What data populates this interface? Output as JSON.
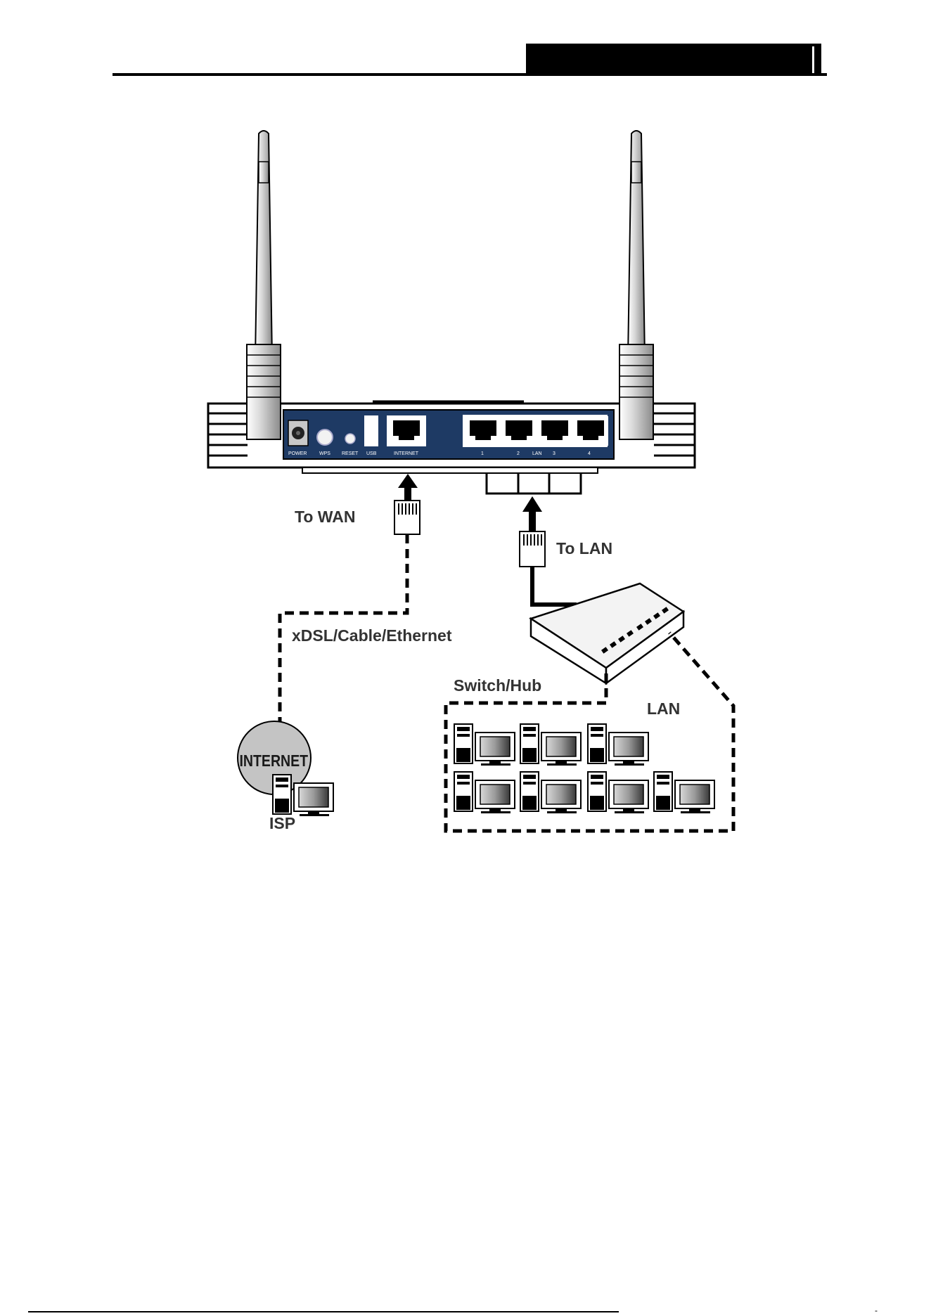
{
  "router": {
    "port_labels": {
      "power": "POWER",
      "wps": "WPS",
      "reset": "RESET",
      "usb": "USB",
      "internet": "INTERNET",
      "lan1": "1",
      "lan2": "2",
      "lan_caption": "LAN",
      "lan3": "3",
      "lan4": "4"
    },
    "panel_color": "#1e3a64"
  },
  "labels": {
    "to_wan": "To WAN",
    "to_lan": "To LAN",
    "link_type": "xDSL/Cable/Ethernet",
    "switch_hub": "Switch/Hub",
    "lan": "LAN",
    "internet": "INTERNET",
    "isp": "ISP"
  },
  "footer": {
    "mark": "-"
  }
}
